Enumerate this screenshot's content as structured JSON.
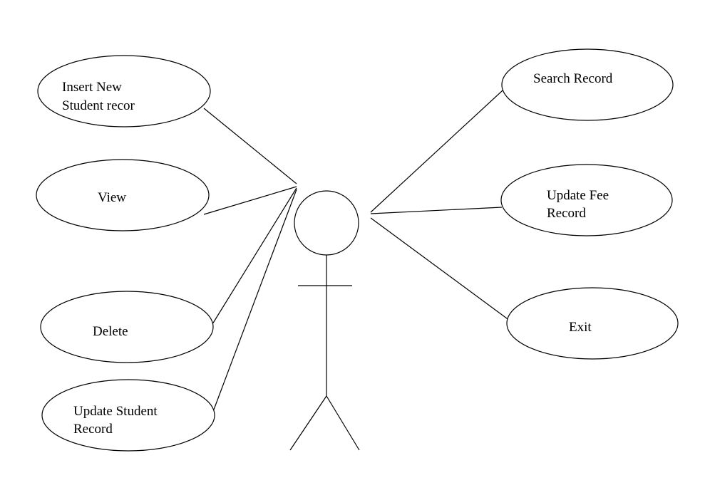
{
  "diagram": {
    "type": "use-case",
    "use_cases": {
      "insert": {
        "line1": "Insert New",
        "line2": "Student recor"
      },
      "view": {
        "line1": "View"
      },
      "delete": {
        "line1": "Delete"
      },
      "update_student": {
        "line1": "Update Student",
        "line2": "Record"
      },
      "search": {
        "line1": "Search Record"
      },
      "update_fee": {
        "line1": "Update Fee",
        "line2": "Record"
      },
      "exit": {
        "line1": "Exit"
      }
    }
  }
}
